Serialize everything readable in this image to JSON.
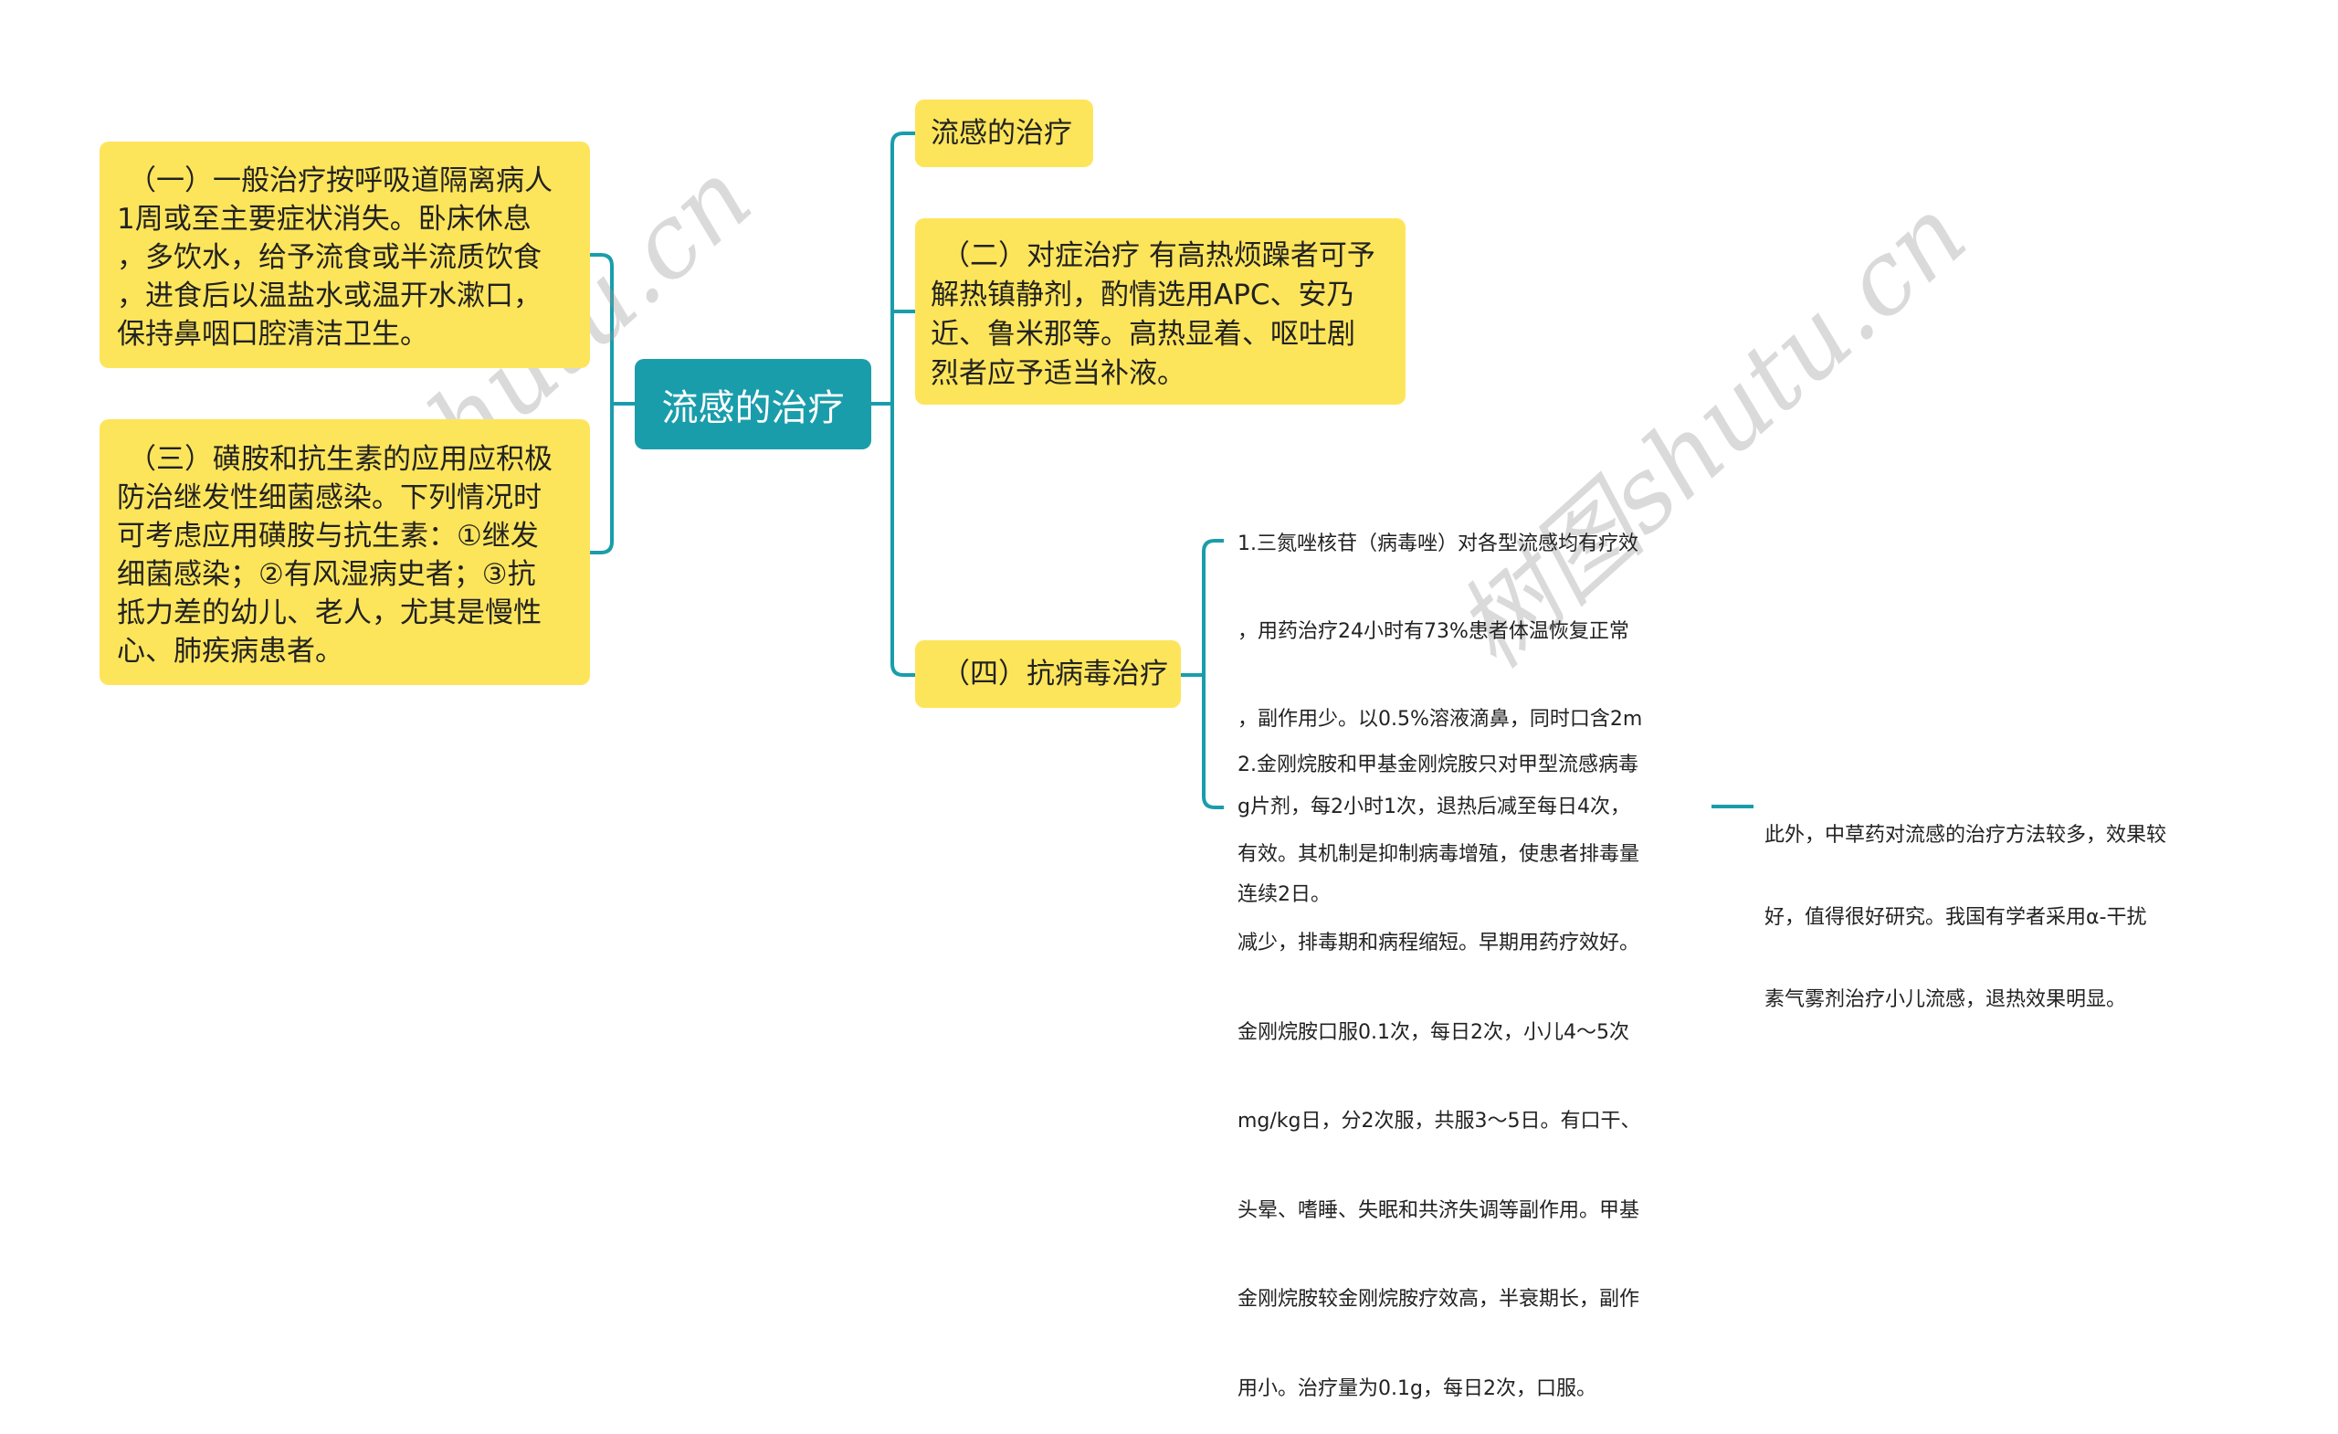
{
  "mindmap": {
    "central": {
      "label": "流感的治疗",
      "color": "#1a9dab"
    },
    "node_color": "#fde55b",
    "line_color": "#1a9dab",
    "left_branches": [
      {
        "id": "general-treatment",
        "lines": [
          "（一）一般治疗按呼吸道隔离病人",
          "1周或至主要症状消失。卧床休息",
          "，多饮水，给予流食或半流质饮食",
          "，进食后以温盐水或温开水漱口，",
          "保持鼻咽口腔清洁卫生。"
        ]
      },
      {
        "id": "sulfa-antibiotics",
        "lines": [
          "（三）磺胺和抗生素的应用应积极",
          "防治继发性细菌感染。下列情况时",
          "可考虑应用磺胺与抗生素：①继发",
          "细菌感染；②有风湿病史者；③抗",
          "抵力差的幼儿、老人，尤其是慢性",
          "心、肺疾病患者。"
        ]
      }
    ],
    "right_branches": [
      {
        "id": "title-node",
        "lines": [
          "流感的治疗"
        ]
      },
      {
        "id": "symptomatic-treatment",
        "lines": [
          "（二）对症治疗 有高热烦躁者可予",
          "解热镇静剂，酌情选用APC、安乃",
          "近、鲁米那等。高热显着、呕吐剧",
          "烈者应予适当补液。"
        ]
      },
      {
        "id": "antiviral-treatment",
        "lines": [
          "（四）抗病毒治疗"
        ]
      }
    ],
    "antiviral_children": [
      {
        "id": "ribavirin",
        "lines": [
          "1.三氮唑核苷（病毒唑）对各型流感均有疗效",
          "，用药治疗24小时有73%患者体温恢复正常",
          "，副作用少。以0.5%溶液滴鼻，同时口含2m",
          "g片剂，每2小时1次，退热后减至每日4次，",
          "连续2日。"
        ]
      },
      {
        "id": "amantadine",
        "lines": [
          "2.金刚烷胺和甲基金刚烷胺只对甲型流感病毒",
          "有效。其机制是抑制病毒增殖，使患者排毒量",
          "减少，排毒期和病程缩短。早期用药疗效好。",
          "金刚烷胺口服0.1次，每日2次，小儿4～5次",
          "mg/kg日，分2次服，共服3～5日。有口干、",
          "头晕、嗜睡、失眠和共济失调等副作用。甲基",
          "金刚烷胺较金刚烷胺疗效高，半衰期长，副作",
          "用小。治疗量为0.1g，每日2次，口服。"
        ]
      }
    ],
    "amantadine_child": {
      "id": "herbal-interferon",
      "lines": [
        "此外，中草药对流感的治疗方法较多，效果较",
        "好，值得很好研究。我国有学者采用α-干扰",
        "素气雾剂治疗小儿流感，退热效果明显。"
      ]
    }
  },
  "watermarks": [
    "树图shutu.cn",
    "树图shutu.cn"
  ]
}
